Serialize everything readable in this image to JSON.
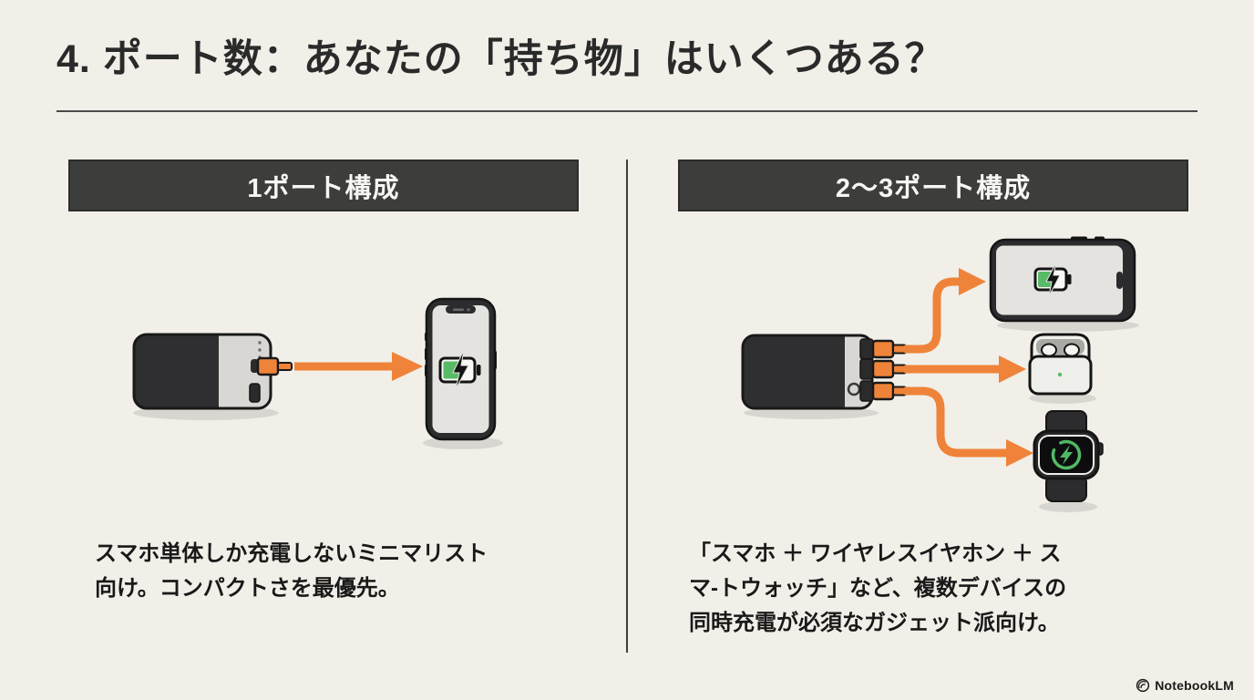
{
  "title": "4. ポート数：あなたの「持ち物」はいくつある？",
  "columns": {
    "left": {
      "header": "1ポート構成",
      "description": "スマホ単体しか充電しないミニマリスト\n向け。コンパクトさを最優先。"
    },
    "right": {
      "header": "2〜3ポート構成",
      "description": "「スマホ ＋ ワイヤレスイヤホン ＋ ス\nマ-トウォッチ」など、複数デバイスの\n同時充電が必須なガジェット派向け。"
    }
  },
  "footer": {
    "brand": "NotebookLM"
  },
  "colors": {
    "background": "#f1efe8",
    "header_box": "#3d3d3c",
    "accent_orange": "#ee8339",
    "charge_green": "#58ba66",
    "device_dark": "#2c2c2e",
    "text": "#191919"
  },
  "icons": {
    "left_illustration": [
      "power-bank-icon",
      "usb-plug-icon",
      "arrow-right-icon",
      "smartphone-icon",
      "battery-charging-icon"
    ],
    "right_illustration": [
      "power-bank-3port-icon",
      "usb-plug-icon",
      "curved-arrow-icon",
      "smartphone-landscape-icon",
      "battery-charging-icon",
      "wireless-earbuds-icon",
      "smartwatch-icon",
      "charging-ring-icon"
    ],
    "footer": [
      "notebooklm-icon"
    ]
  }
}
